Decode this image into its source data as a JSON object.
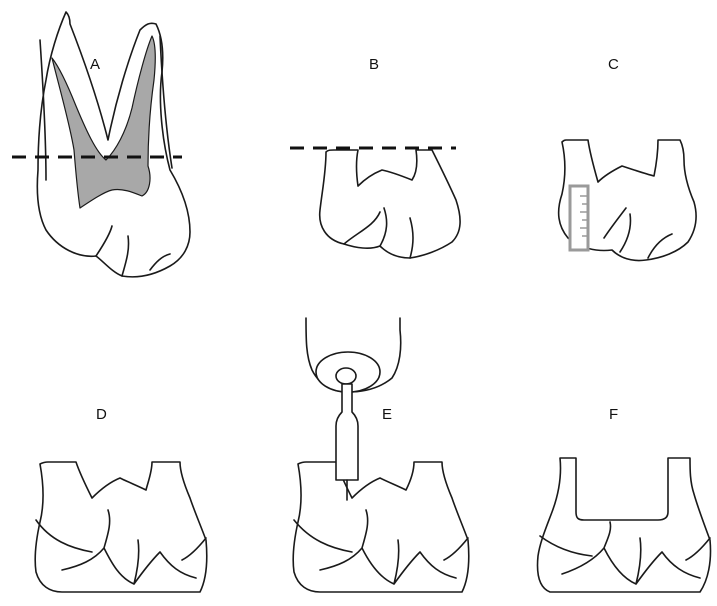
{
  "colors": {
    "outline": "#1a1a1a",
    "pulp_fill": "#a8a8a8",
    "ruler_stroke": "#9a9a9a",
    "background": "#ffffff"
  },
  "panels": [
    {
      "key": "A",
      "label": "A"
    },
    {
      "key": "B",
      "label": "B"
    },
    {
      "key": "C",
      "label": "C"
    },
    {
      "key": "D",
      "label": "D"
    },
    {
      "key": "E",
      "label": "E"
    },
    {
      "key": "F",
      "label": "F"
    }
  ]
}
